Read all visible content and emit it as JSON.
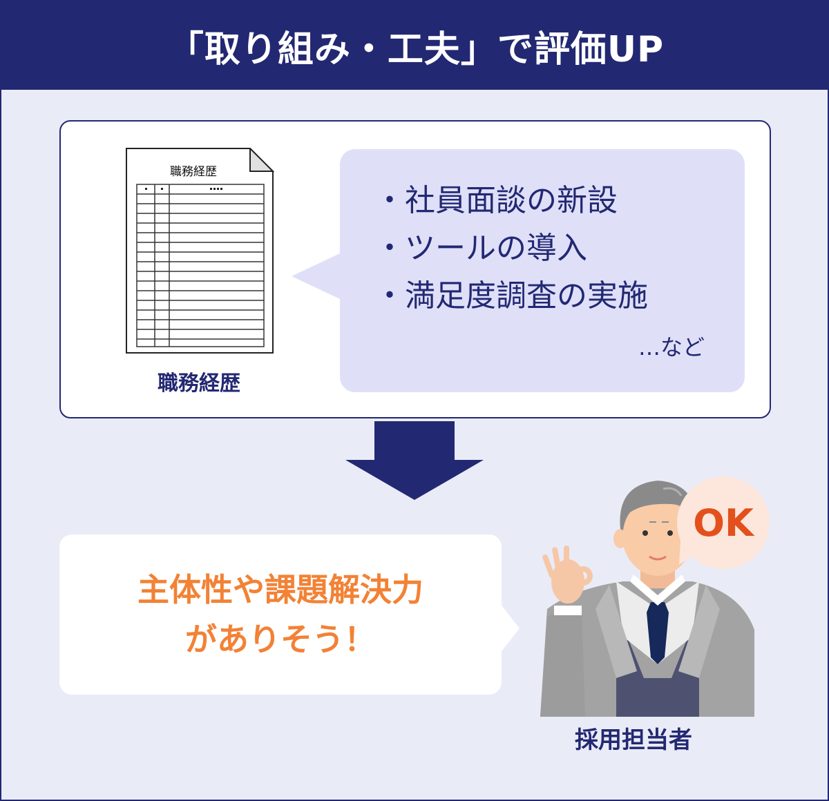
{
  "header": {
    "title": "「取り組み・工夫」で評価UP"
  },
  "document": {
    "icon_title": "職務経歴",
    "table_header": [
      "・",
      "・",
      "・・・・"
    ],
    "label": "職務経歴"
  },
  "achievements": {
    "items": [
      "・社員面談の新設",
      "・ツールの導入",
      "・満足度調査の実施"
    ],
    "etc": "…など"
  },
  "reaction": {
    "line1": "主体性や課題解決力",
    "line2": "がありそう！"
  },
  "interviewer": {
    "speech": "OK",
    "label": "採用担当者"
  },
  "colors": {
    "navy": "#222872",
    "background": "#e9ebf7",
    "bubble_lavender": "#dfe0f8",
    "orange": "#f28235",
    "ok_red": "#e3501c",
    "ok_bubble": "#fde6dc"
  }
}
